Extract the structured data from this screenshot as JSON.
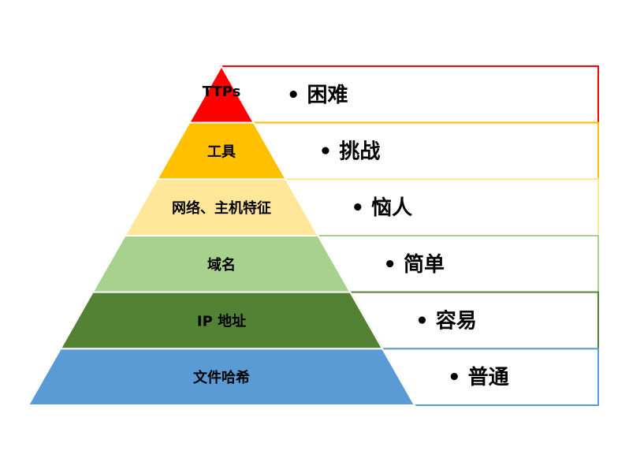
{
  "pyramid": {
    "levels": [
      {
        "label": "TTPs",
        "difficulty": "困难",
        "color": "#ff0000"
      },
      {
        "label": "工具",
        "difficulty": "挑战",
        "color": "#ffc000"
      },
      {
        "label": "网络、主机特征",
        "difficulty": "恼人",
        "color": "#ffe699"
      },
      {
        "label": "域名",
        "difficulty": "简单",
        "color": "#a9d18e"
      },
      {
        "label": "IP 地址",
        "difficulty": "容易",
        "color": "#548235"
      },
      {
        "label": "文件哈希",
        "difficulty": "普通",
        "color": "#5b9bd5"
      }
    ],
    "bullet": "•"
  }
}
